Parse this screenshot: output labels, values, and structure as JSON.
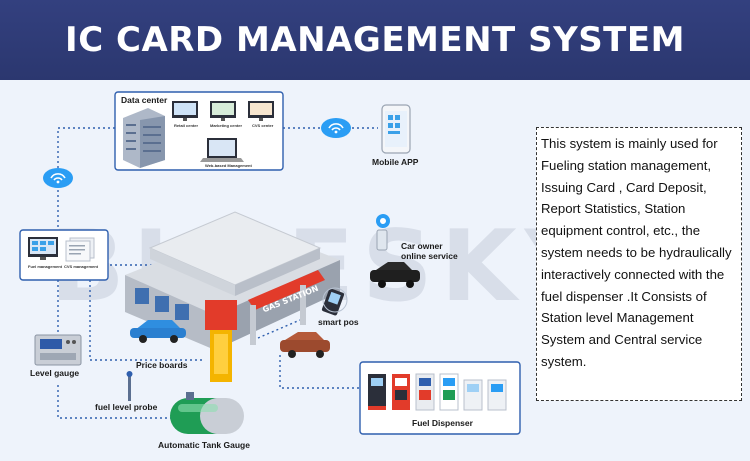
{
  "banner": {
    "title": "IC CARD MANAGEMENT SYSTEM",
    "colors": {
      "background": "#2e3a75",
      "text": "#ffffff"
    }
  },
  "watermark": "BLUESKY",
  "nodes": {
    "data_center": {
      "label": "Data center",
      "retail_center": "Retail center",
      "marketing_center": "Marketing center",
      "cvs_center": "CVS center",
      "web_management": "Web-based Management"
    },
    "mobile_app": "Mobile APP",
    "fuel_management": "Fuel management",
    "cvs_management": "CVS management",
    "car_owner": "Car owner",
    "online_service": "online service",
    "smart_pos": "smart pos",
    "level_gauge": "Level gauge",
    "price_boards": "Price boards",
    "fuel_level_probe": "fuel level probe",
    "automatic_tank_gauge": "Automatic Tank Gauge",
    "fuel_dispenser": "Fuel Dispenser",
    "gas_station_sign": "GAS STATION"
  },
  "description": "This system is mainly used for Fueling station management, Issuing Card , Card Deposit, Report Statistics, Station equipment control, etc., the system needs to be hydraulically interactively connected with the fuel dispenser .It Consists of Station level Management System and Central service system.",
  "icons": [
    "wifi-icon",
    "wifi-icon",
    "smartphone-icon",
    "pos-terminal-icon",
    "location-pin-icon"
  ],
  "colors": {
    "connector": "#2f5fae",
    "wifi": "#2a9df4",
    "station_red": "#e23b2a",
    "station_yellow": "#f4b400"
  }
}
